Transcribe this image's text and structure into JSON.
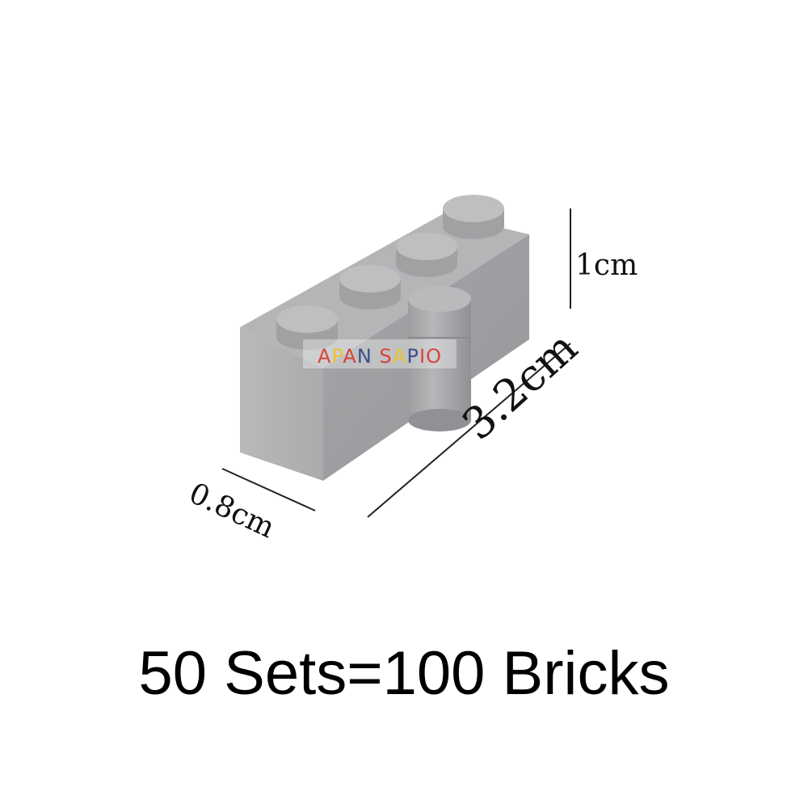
{
  "product": {
    "watermark": "APAN SAPIO",
    "brick_color": "#a9abad"
  },
  "dimensions": {
    "height": "1cm",
    "length": "3.2cm",
    "width": "0.8cm"
  },
  "caption": "50 Sets=100 Bricks"
}
